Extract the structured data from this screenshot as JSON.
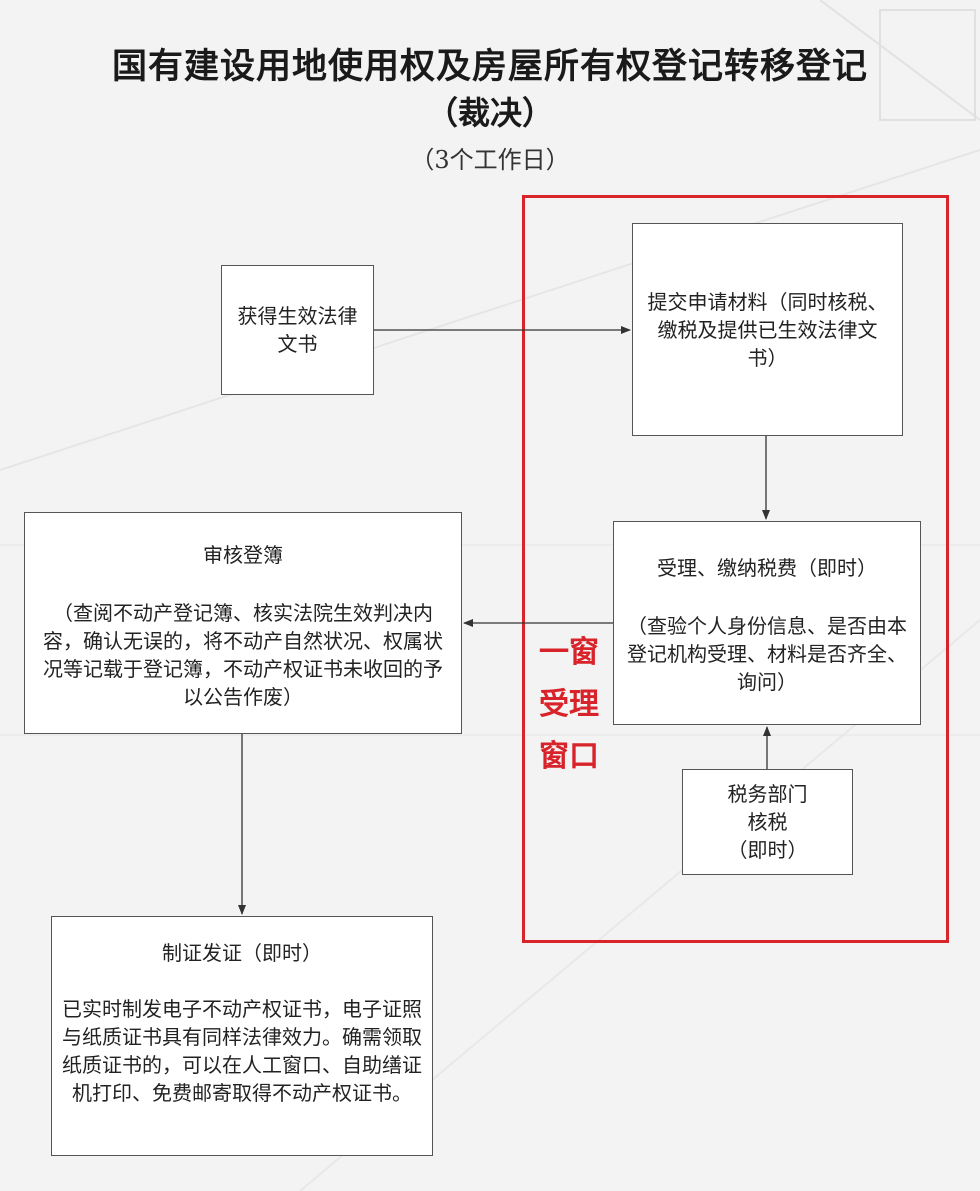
{
  "header": {
    "title": "国有建设用地使用权及房屋所有权登记转移登记",
    "subtitle": "（裁决）",
    "duration": "（3个工作日）"
  },
  "flow": {
    "obtain": {
      "text": "获得生效法律文书"
    },
    "submit": {
      "text": "提交申请材料（同时核税、缴税及提供已生效法律文书）"
    },
    "accept": {
      "head": "受理、缴纳税费（即时）",
      "body": "（查验个人身份信息、是否由本登记机构受理、材料是否齐全、询问）"
    },
    "tax": {
      "line1": "税务部门",
      "line2": "核税",
      "line3": "（即时）"
    },
    "review": {
      "head": "审核登簿",
      "body": "（查阅不动产登记簿、核实法院生效判决内容，确认无误的，将不动产自然状况、权属状况等记载于登记簿，不动产权证书未收回的予以公告作废）"
    },
    "issue": {
      "head": "制证发证（即时）",
      "body": "已实时制发电子不动产权证书，电子证照与纸质证书具有同样法律效力。确需领取纸质证书的，可以在人工窗口、自助缮证机打印、免费邮寄取得不动产权证书。"
    }
  },
  "window_label": {
    "line1": "一窗",
    "line2": "受理",
    "line3": "窗口"
  },
  "colors": {
    "accent_red": "#d8232a",
    "box_border": "#555555",
    "arrow": "#333333"
  }
}
